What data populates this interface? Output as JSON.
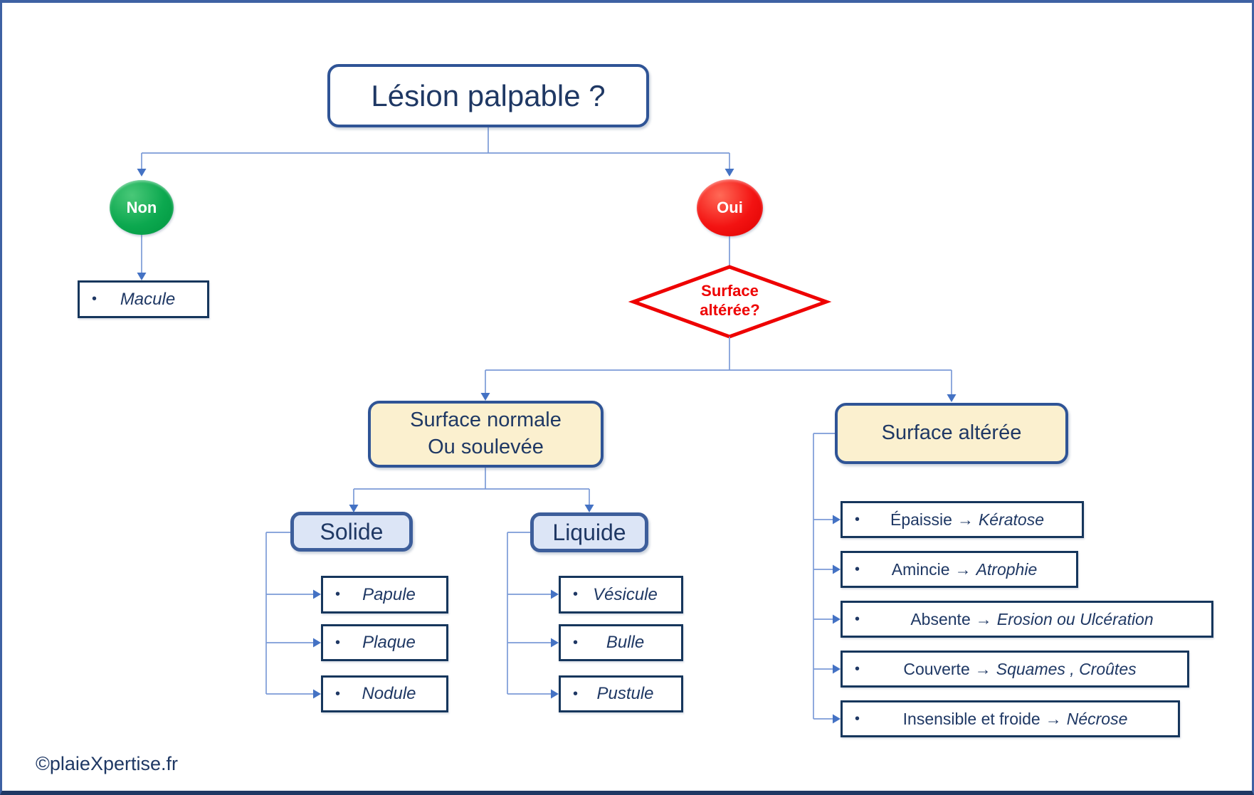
{
  "tokens": {
    "bullet": "•",
    "arrow": "→"
  },
  "colors": {
    "navy_text": "#1F3864",
    "rounded_border": "#2F5496",
    "leaf_border": "#16365C",
    "connector_line": "#7C9BD7",
    "arrowhead": "#4472C4",
    "cream_fill": "#FBF0CF",
    "lightblue_fill": "#DCE5F6",
    "yes_red": "#F31312",
    "no_green": "#0CA84F",
    "diamond_red": "#EE0000",
    "frame_border": "#3E61A3"
  },
  "root": {
    "question": "Lésion palpable ?"
  },
  "branch_no": {
    "label": "Non",
    "leaf": "Macule"
  },
  "branch_yes": {
    "label": "Oui",
    "diamond": {
      "line1": "Surface",
      "line2": "altérée?"
    }
  },
  "normal_surface": {
    "line1": "Surface normale",
    "line2": "Ou soulevée",
    "solide": {
      "label": "Solide",
      "leaves": [
        "Papule",
        "Plaque",
        "Nodule"
      ]
    },
    "liquide": {
      "label": "Liquide",
      "leaves": [
        "Vésicule",
        "Bulle",
        "Pustule"
      ]
    }
  },
  "altered_surface": {
    "label": "Surface altérée",
    "leaves": [
      {
        "state": "Épaissie",
        "result": "Kératose"
      },
      {
        "state": "Amincie",
        "result": "Atrophie"
      },
      {
        "state": "Absente",
        "result": "Erosion ou Ulcération"
      },
      {
        "state": "Couverte",
        "result": "Squames , Croûtes"
      },
      {
        "state": "Insensible et froide",
        "result": "Nécrose"
      }
    ]
  },
  "footer": {
    "watermark": "©plaieXpertise.fr"
  }
}
